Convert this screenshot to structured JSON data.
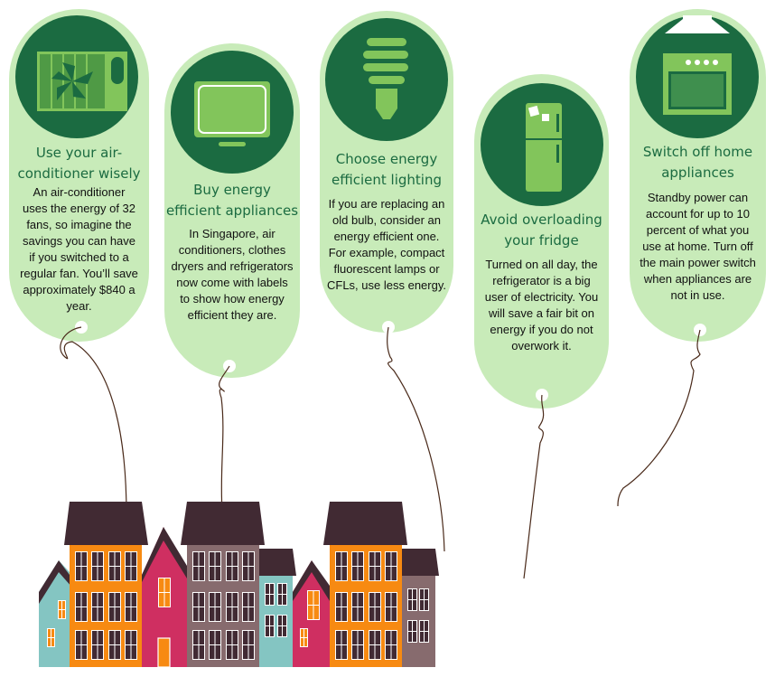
{
  "colors": {
    "balloon": "#c8ebb9",
    "icon_circle": "#1b6b41",
    "icon_fill": "#82c55b",
    "roof": "#412a33",
    "orange": "#f78a12",
    "pink": "#cf2f61",
    "teal": "#84c5c2",
    "mauve": "#876b6e"
  },
  "balloons": [
    {
      "icon": "air-conditioner-icon",
      "title": "Use your air-\nconditioner wisely",
      "body": "An air-conditioner\nuses the energy of 32\nfans, so imagine the\nsavings you can have\nif you switched to a\nregular fan. You’ll save\napproximately $840 a\nyear."
    },
    {
      "icon": "monitor-icon",
      "title": "Buy energy\nefficient appliances",
      "body": "In Singapore, air\nconditioners, clothes\ndryers and refrigerators\nnow come with labels\nto show how energy\nefficient they are."
    },
    {
      "icon": "light-bulb-icon",
      "title": "Choose energy\nefficient lighting",
      "body": "If you are replacing an\nold bulb, consider an\nenergy efficient one.\nFor example, compact\nfluorescent lamps or\nCFLs, use less energy."
    },
    {
      "icon": "fridge-icon",
      "title": "Avoid overloading\nyour fridge",
      "body": "Turned on all day, the\nrefrigerator is a big\nuser of electricity. You\nwill save a fair bit on\nenergy if you do not\noverwork it."
    },
    {
      "icon": "stove-icon",
      "title": "Switch off home\nappliances",
      "body": "Standby power can\naccount for up to 10\npercent of what you\nuse at home. Turn off\nthe main power switch\nwhen appliances are\nnot in use."
    }
  ]
}
